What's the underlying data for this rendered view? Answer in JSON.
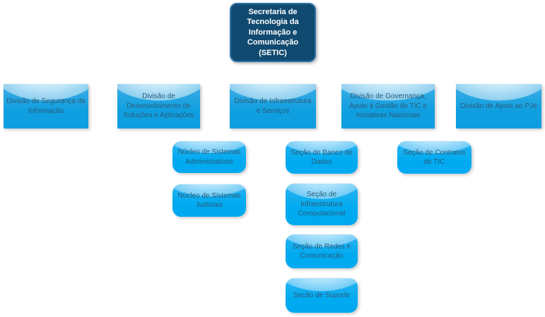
{
  "colors": {
    "background": "#ffffff",
    "root_fill": "#114a70",
    "root_border": "#2e74a8",
    "root_text": "#ffffff",
    "division_bottom": "#0f9fe0",
    "section_bottom": "#00aaf0",
    "node_text": "#2b5a78"
  },
  "org_chart": {
    "type": "org-chart",
    "root": {
      "label": "Secretaria de Tecnologia da Informação e Comunicação (SETIC)"
    },
    "divisions": [
      {
        "id": "seguranca",
        "label": "Divisão de Segurança da Informação"
      },
      {
        "id": "desenvolvimento",
        "label": "Divisão de Desenvolvimento de Soluções e Aplicações"
      },
      {
        "id": "infraestrutura",
        "label": "Divisão de Infraestrutura e Serviços"
      },
      {
        "id": "governanca",
        "label": "Divisão de Governança, Apoio à Gestão de TIC e Iniciativas Nacionais"
      },
      {
        "id": "apoio_pje",
        "label": "Divisão de Apoio ao PJe"
      }
    ],
    "sections": [
      {
        "id": "nucleo_adm",
        "parent": "desenvolvimento",
        "label": "Núcleo de Sistemas Administrativos"
      },
      {
        "id": "nucleo_jud",
        "parent": "desenvolvimento",
        "label": "Núcleo de Sistemas Judiciais"
      },
      {
        "id": "banco_dados",
        "parent": "infraestrutura",
        "label": "Seção de Banco de Dados"
      },
      {
        "id": "infra_comp",
        "parent": "infraestrutura",
        "label": "Seção de Infraestrutura Computacional"
      },
      {
        "id": "redes",
        "parent": "infraestrutura",
        "label": "Seção de Redes e Comunicação"
      },
      {
        "id": "suporte",
        "parent": "infraestrutura",
        "label": "Seção de Suporte"
      },
      {
        "id": "contratos",
        "parent": "governanca",
        "label": "Seção de Contratos de TIC"
      }
    ]
  }
}
